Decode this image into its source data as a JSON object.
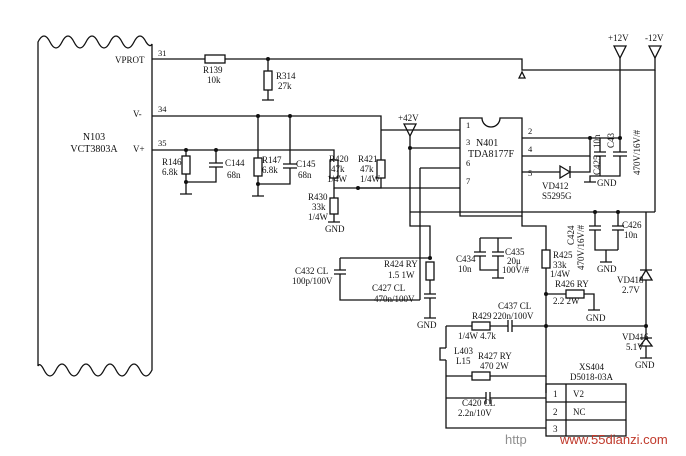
{
  "ic_n103": {
    "ref": "N103",
    "part": "VCT3803A",
    "pins": [
      {
        "num": "31",
        "name": "VPROT"
      },
      {
        "num": "34",
        "name": "V-"
      },
      {
        "num": "35",
        "name": "V+"
      }
    ]
  },
  "ic_n401": {
    "ref": "N401",
    "part": "TDA8177F",
    "pins": [
      "1",
      "2",
      "3",
      "4",
      "5",
      "6",
      "7"
    ]
  },
  "supplies": {
    "plus42": "+42V",
    "plus12": "+12V",
    "minus12": "-12V",
    "gnd": "GND"
  },
  "resistors": {
    "r139": {
      "ref": "R139",
      "value": "10k"
    },
    "r314": {
      "ref": "R314",
      "value": "27k"
    },
    "r146": {
      "ref": "R146",
      "value": "6.8k"
    },
    "r147": {
      "ref": "R147",
      "value": "6.8k"
    },
    "r420": {
      "ref": "R420",
      "value": "47k",
      "power": "1/4W"
    },
    "r421": {
      "ref": "R421",
      "value": "47k",
      "power": "1/4W"
    },
    "r430": {
      "ref": "R430",
      "value": "33k",
      "power": "1/4W"
    },
    "r424": {
      "ref": "R424 RY",
      "value": "1.5 1W"
    },
    "r425": {
      "ref": "R425",
      "value": "33k",
      "power": "1/4W"
    },
    "r426": {
      "ref": "R426 RY",
      "value": "2.2 2W"
    },
    "r429": {
      "ref": "R429",
      "value": "1/4W 4.7k"
    },
    "r427": {
      "ref": "R427 RY",
      "value": "470 2W"
    }
  },
  "capacitors": {
    "c144": {
      "ref": "C144",
      "value": "68n"
    },
    "c145": {
      "ref": "C145",
      "value": "68n"
    },
    "c432": {
      "ref": "C432 CL",
      "value": "100p/100V"
    },
    "c427": {
      "ref": "C427 CL",
      "value": "470n/100V"
    },
    "c434": {
      "ref": "C434",
      "value": "10n"
    },
    "c435": {
      "ref": "C435",
      "value": "20μ",
      "rating": "100V/#"
    },
    "c437": {
      "ref": "C437 CL",
      "value": "220n/100V"
    },
    "c425": {
      "ref": "C425",
      "value": "10n"
    },
    "c43": {
      "ref": "C43",
      "value": "470V/16V/#"
    },
    "c424": {
      "ref": "C424",
      "value": "470V/16V/#"
    },
    "c426": {
      "ref": "C426",
      "value": "10n"
    },
    "c420": {
      "ref": "C420 CL",
      "value": "2.2n/10V"
    }
  },
  "diodes": {
    "vd412": {
      "ref": "VD412",
      "value": "S5295G"
    },
    "vd418": {
      "ref": "VD418",
      "value": "2.7V"
    },
    "vd416": {
      "ref": "VD416",
      "value": "5.1V"
    }
  },
  "inductor": {
    "ref": "L403",
    "value": "L15"
  },
  "connector": {
    "ref": "XS404",
    "part": "D5018-03A",
    "rows": [
      {
        "num": "1",
        "name": "V2"
      },
      {
        "num": "2",
        "name": "NC"
      },
      {
        "num": "3",
        "name": ""
      }
    ]
  },
  "watermark": {
    "prefix": "http",
    "site": "www.55dianzi.com"
  }
}
